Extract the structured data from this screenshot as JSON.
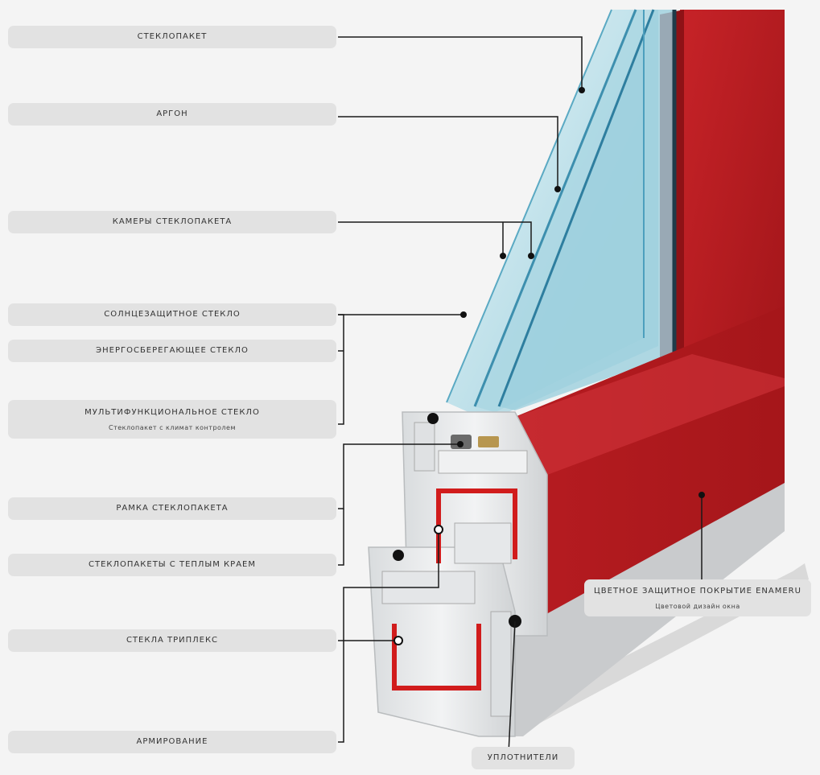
{
  "labels": {
    "steklopaket": "Стеклопакет",
    "argon": "Аргон",
    "kamery": "Камеры стеклопакета",
    "solnce": "Солнцезащитное стекло",
    "energo": "Энергосберегающее стекло",
    "multi": "Мультифункциональное стекло",
    "multi_sub": "Стеклопакет с климат контролем",
    "ramka": "Рамка стеклопакета",
    "teply": "Стеклопакеты с теплым краем",
    "triplex": "Стекла триплекс",
    "armir": "Армирование",
    "uplot": "Уплотнители",
    "pokrytie": "Цветное защитное покрытие ENAMERU",
    "pokrytie_sub": "Цветовой дизайн окна"
  },
  "colors": {
    "frame_red": "#b31b1f",
    "profile_white": "#e9ebec",
    "reinforcement_red": "#d11c1c",
    "glass": "#bfe3ee",
    "label_bg": "#e2e2e2",
    "leader_line": "#1a1a1a"
  }
}
